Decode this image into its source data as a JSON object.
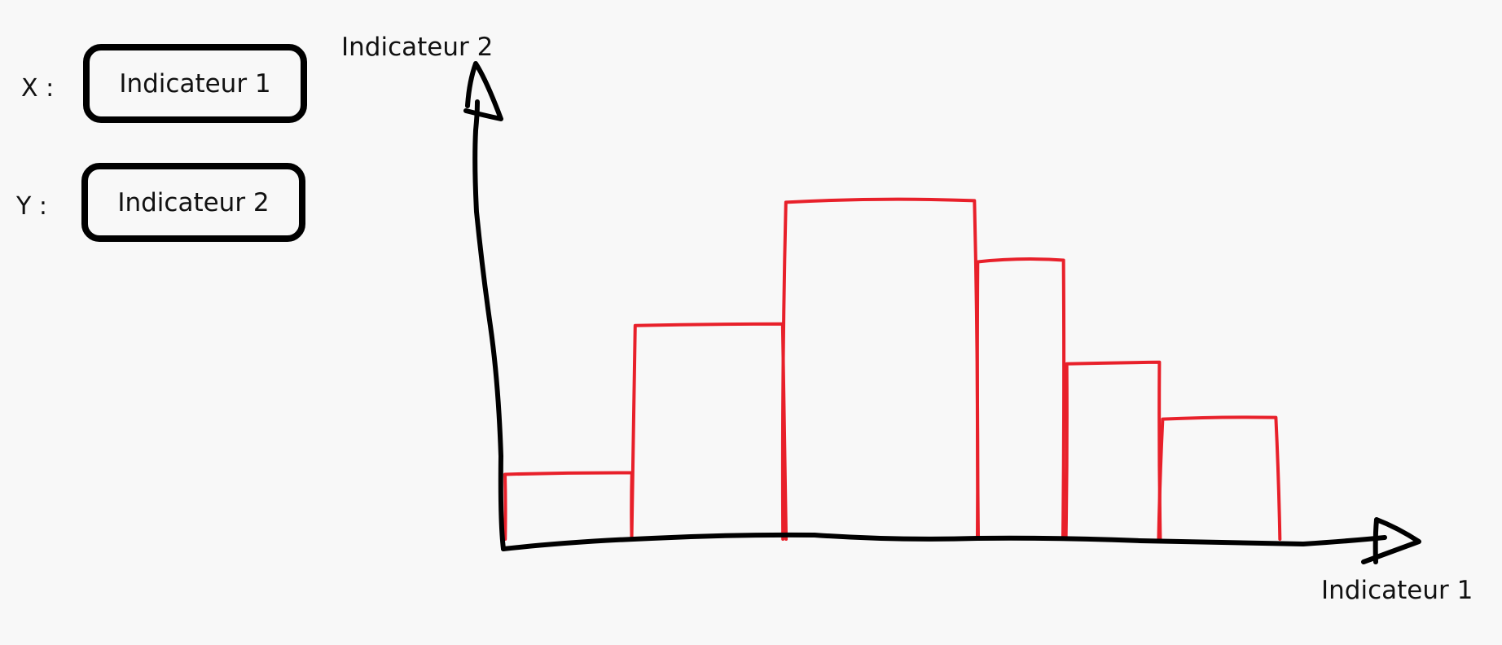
{
  "selectors": {
    "x": {
      "label": "X :",
      "value": "Indicateur 1"
    },
    "y": {
      "label": "Y :",
      "value": "Indicateur 2"
    }
  },
  "chart_data": {
    "type": "bar",
    "xlabel": "Indicateur 1",
    "ylabel": "Indicateur 2",
    "categories": [
      "",
      "",
      "",
      "",
      "",
      ""
    ],
    "values": [
      1.6,
      5.1,
      8.0,
      6.6,
      4.2,
      2.9
    ],
    "bar_edges_note": "",
    "edges": [
      0,
      0.95,
      2.05,
      3.45,
      4.1,
      4.8,
      5.65
    ],
    "xlim": [
      0,
      6.7
    ],
    "ylim": [
      0,
      11.8
    ],
    "grid": false,
    "colors": {
      "bars": "#e8202a",
      "axes": "#000000"
    }
  }
}
